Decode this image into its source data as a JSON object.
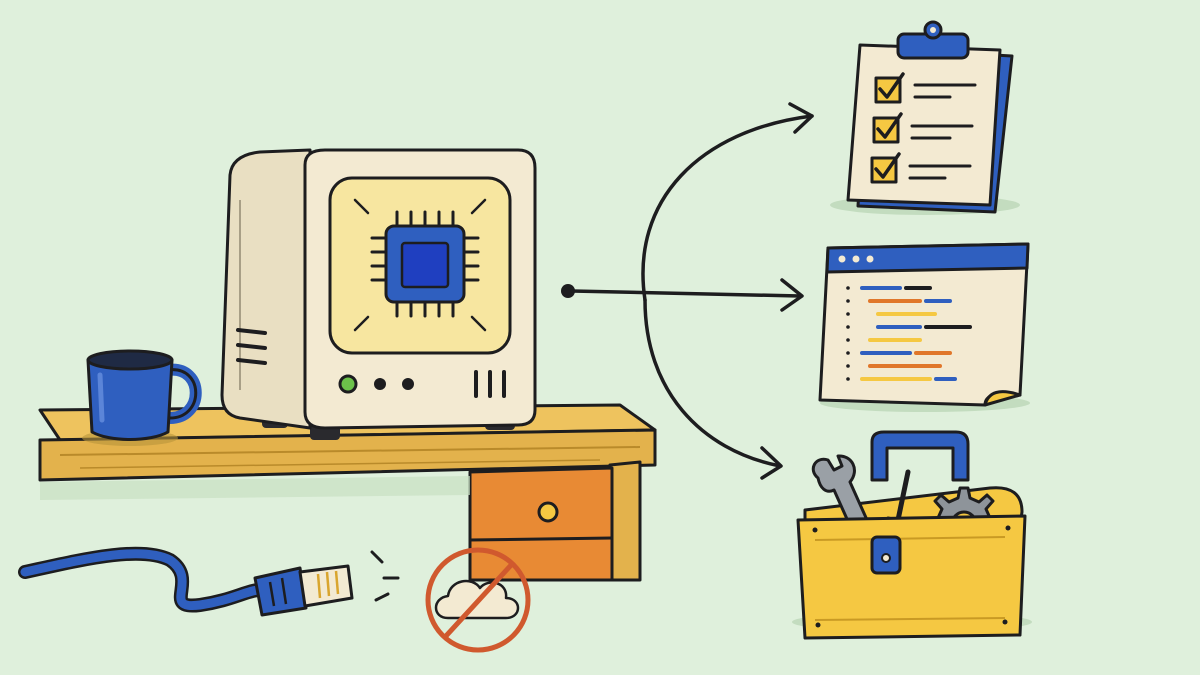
{
  "scene": {
    "background_color": "#dff0dc",
    "main_object": "local-server-computer",
    "outputs": [
      "checklist-clipboard",
      "code-editor-window",
      "toolbox-with-tools"
    ],
    "props": [
      "coffee-mug",
      "wooden-desk",
      "unplugged-ethernet-cable",
      "no-cloud-icon"
    ]
  },
  "colors": {
    "accent_blue": "#2f5fbf",
    "dark_blue": "#1f3f8f",
    "yellow": "#f5c842",
    "orange": "#e0772a",
    "wood": "#e3b24c",
    "cream": "#f3ead2",
    "prohibited_red": "#d0592e",
    "status_green": "#6cc24a"
  }
}
